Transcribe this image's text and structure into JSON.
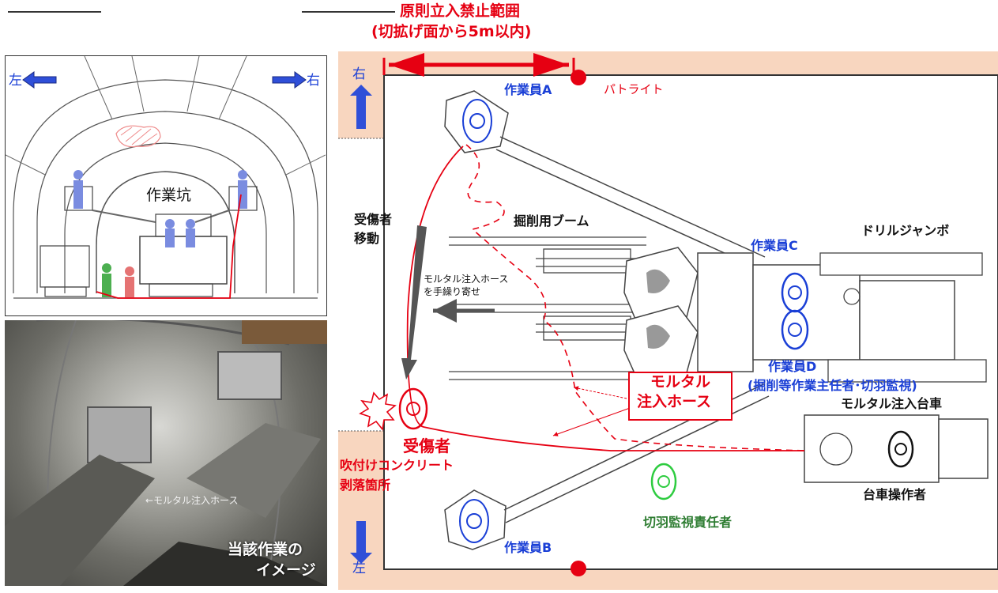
{
  "colors": {
    "red": "#e60012",
    "blue": "#1a3fd6",
    "green": "#2e7d32",
    "zone": "#f8d6bf",
    "outline": "#333333"
  },
  "restricted_zone": {
    "line1": "原則立入禁止範囲",
    "line2": "(切拡げ面から5m以内)"
  },
  "cross_section": {
    "left_label": "左",
    "right_label": "右",
    "center_label": "作業坑"
  },
  "photo": {
    "hose_label": "←モルタル注入ホース",
    "caption_line1": "当該作業の",
    "caption_line2": "イメージ"
  },
  "plan": {
    "right_label": "右",
    "left_label": "左",
    "worker_a": "作業員A",
    "worker_b": "作業員B",
    "worker_c": "作業員C",
    "worker_d": "作業員D",
    "worker_d_role": "(掘削等作業主任者･切羽監視)",
    "patlite": "パトライト",
    "boom": "掘削用ブーム",
    "drill_jumbo": "ドリルジャンボ",
    "injured": "受傷者",
    "injured_move_line1": "受傷者",
    "injured_move_line2": "移動",
    "hose_pull_line1": "モルタル注入ホース",
    "hose_pull_line2": "を手繰り寄せ",
    "hose_box_line1": "モルタル",
    "hose_box_line2": "注入ホース",
    "spall_line1": "吹付けコンクリート",
    "spall_line2": "剥落箇所",
    "cart": "モルタル注入台車",
    "cart_operator": "台車操作者",
    "face_monitor": "切羽監視責任者"
  }
}
